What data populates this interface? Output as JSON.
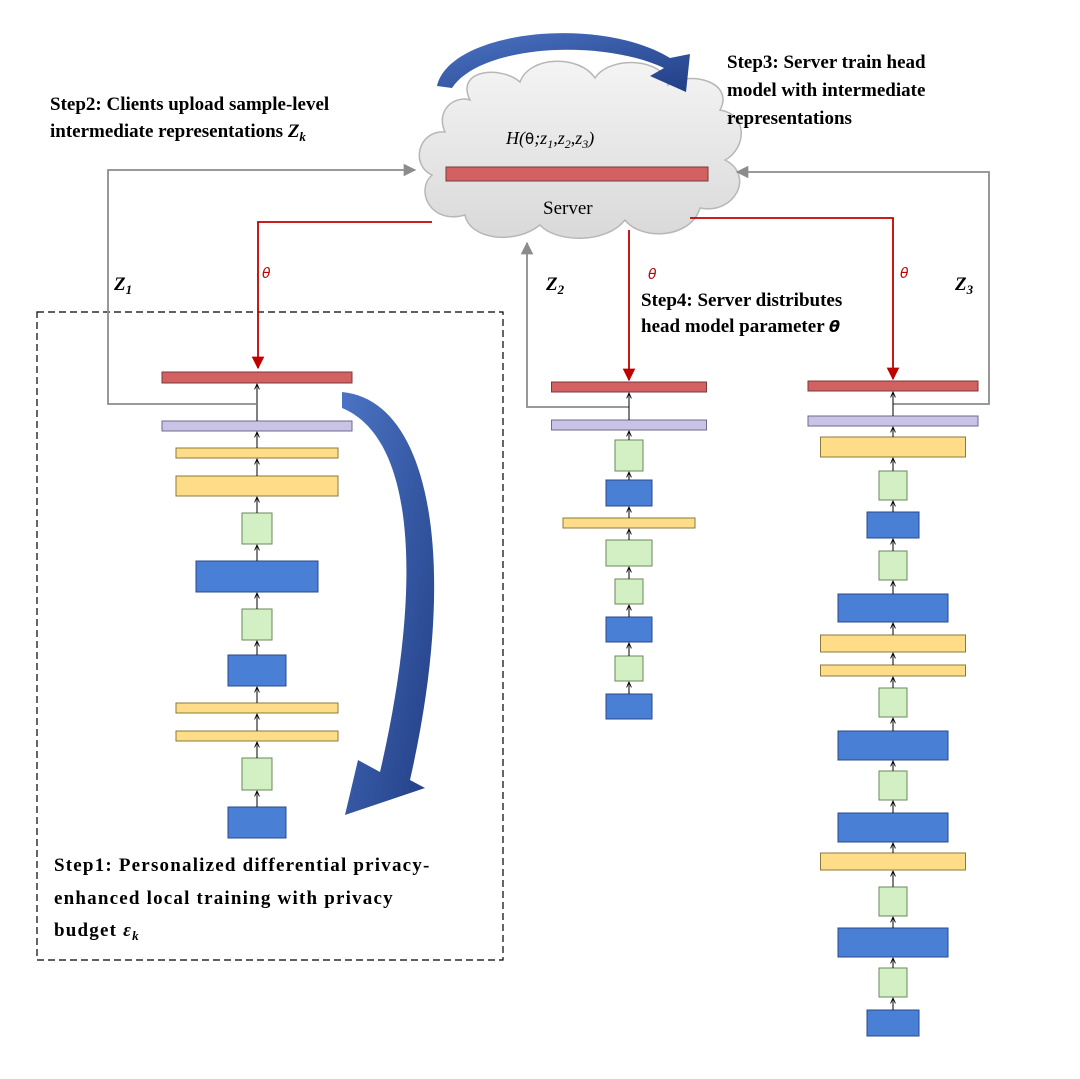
{
  "steps": {
    "step1": {
      "line1": "Step1: Personalized differential privacy-",
      "line2": "enhanced local training with privacy",
      "line3_prefix": "budget ",
      "line3_symbol": "ε",
      "line3_sub": "k"
    },
    "step2": {
      "line1": "Step2: Clients upload sample-level",
      "line2_prefix": "intermediate representations  ",
      "line2_symbol": "Z",
      "line2_sub": "k"
    },
    "step3": {
      "line1": "Step3: Server train head",
      "line2": "model with intermediate",
      "line3": "representations"
    },
    "step4": {
      "line1": "Step4: Server distributes",
      "line2_prefix": "head model parameter ",
      "line2_symbol": "θ"
    }
  },
  "server": {
    "label": "Server",
    "func_prefix": "H(",
    "func_theta": "θ",
    "func_rest": ";z",
    "func_sub1": "1",
    "func_comma1": ",z",
    "func_sub2": "2",
    "func_comma2": ",z",
    "func_sub3": "3",
    "func_close": ")"
  },
  "labels": {
    "z1": {
      "main": "Z",
      "sub": "1"
    },
    "z2": {
      "main": "Z",
      "sub": "2"
    },
    "z3": {
      "main": "Z",
      "sub": "3"
    },
    "theta": "θ"
  },
  "colors": {
    "head": "#d36161",
    "representation": "#c9c3e6",
    "norm": "#ffdd88",
    "conv": "#4a7fd6",
    "activation": "#d3efc4",
    "curved_arrow": "#2f55a4",
    "upload_line": "#8c8c8c",
    "distribute_line": "#c00000"
  }
}
